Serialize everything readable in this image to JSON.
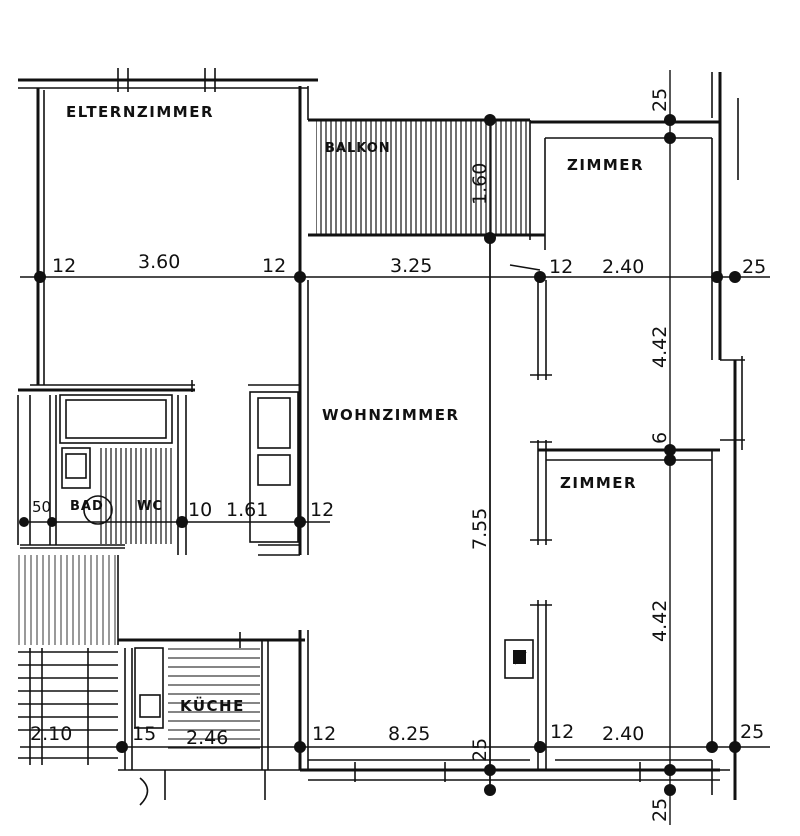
{
  "rooms": {
    "elternzimmer": "ELTERNZIMMER",
    "balkon": "BALKON",
    "zimmer_top": "ZIMMER",
    "wohnzimmer": "WOHNZIMMER",
    "zimmer_mid": "ZIMMER",
    "bad": "BAD",
    "wc": "WC",
    "kueche": "KÜCHE"
  },
  "dimensions": {
    "row1_wall_left": "12",
    "row1_elternzimmer_width": "3.60",
    "row1_wall_mid": "12",
    "row1_balkon_width": "3.25",
    "row1_wall_right": "12",
    "row1_zimmer_width": "2.40",
    "row1_wall_outer": "25",
    "top_wall": "25",
    "balkon_depth": "1.60",
    "zimmer_top_depth": "4.42",
    "zimmer_mid_wall": "6",
    "wohnzimmer_depth": "7.55",
    "zimmer_bottom_depth": "4.42",
    "bad_wall": "50",
    "bath_wall": "10",
    "wc_width": "1.61",
    "bath_row_wall": "12",
    "bottom_left_width": "2.10",
    "kueche_wall": "15",
    "kueche_width": "2.46",
    "bottom_wall_left": "12",
    "bottom_wohn_width": "8.25",
    "bottom_wall_small": "25",
    "bottom_wall_right": "12",
    "bottom_zimmer_width": "2.40",
    "bottom_wall_outer": "25",
    "bottom_wall_vertical": "25"
  }
}
